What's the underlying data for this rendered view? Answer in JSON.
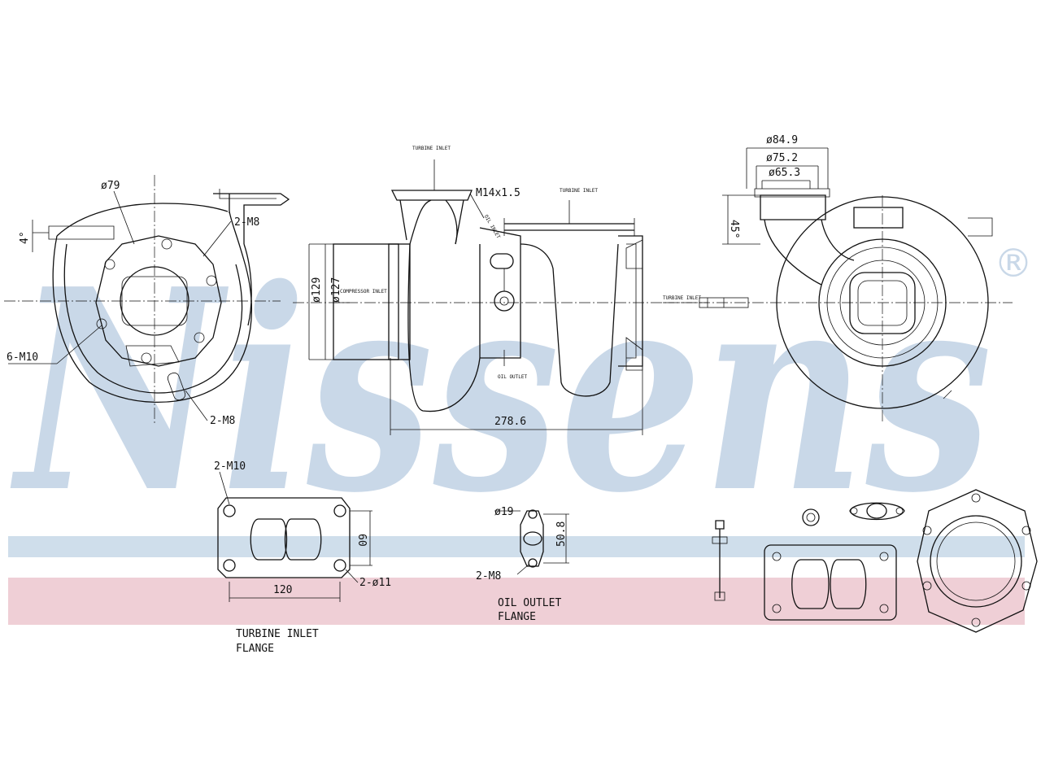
{
  "brand": {
    "watermark": "Nissens",
    "registered_mark": "®"
  },
  "colors": {
    "watermark_blue": "#c9d8e8",
    "band_blue": "#cfdeeb",
    "band_pink": "#efcfd6",
    "line": "#111111"
  },
  "left_view": {
    "dim_bore": "ø79",
    "dim_angle": "4°",
    "bolts_top": "2-M8",
    "bolts_ring": "6-M10",
    "bolts_bottom": "2-M8"
  },
  "side_view": {
    "tiny_top": "TURBINE INLET",
    "thread": "M14x1.5",
    "tiny_right_top": "TURBINE INLET",
    "dia_outer": "ø129",
    "dia_inner": "ø127",
    "tiny_center": "COMPRESSOR INLET",
    "tiny_oil_in": "OIL INLET",
    "tiny_oil_out": "OIL OUTLET",
    "length": "278.6"
  },
  "right_view": {
    "dia_1": "ø84.9",
    "dia_2": "ø75.2",
    "dia_3": "ø65.3",
    "dim_angle": "45°",
    "tiny_label": "TURBINE INLET"
  },
  "turbine_flange": {
    "bolts": "2-M10",
    "height": "60",
    "width": "120",
    "holes": "2-ø11",
    "caption_1": "TURBINE INLET",
    "caption_2": "FLANGE"
  },
  "oil_flange": {
    "hole": "ø19",
    "height": "50.8",
    "bolts": "2-M8",
    "caption_1": "OIL OUTLET",
    "caption_2": "FLANGE"
  }
}
